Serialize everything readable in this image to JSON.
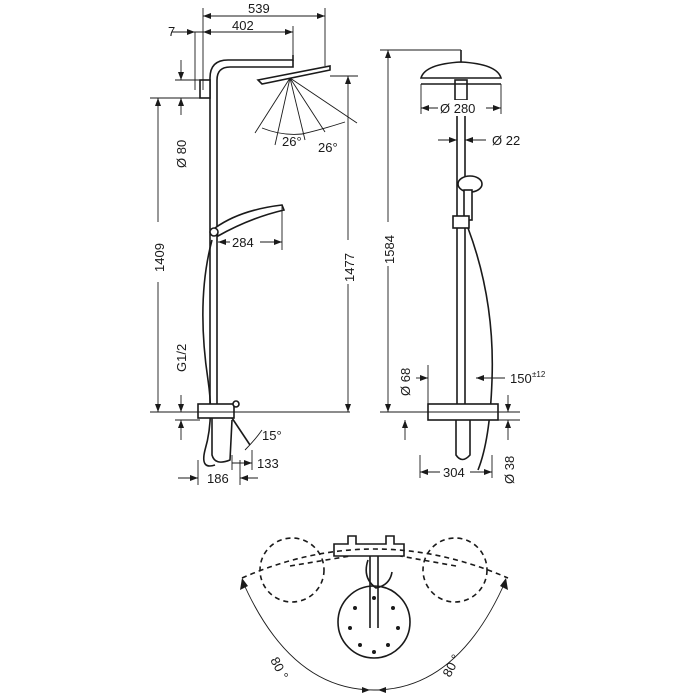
{
  "side_view": {
    "width_overall": "539",
    "offset_top": "7",
    "arm_length": "402",
    "wall_offset": "Ø 80",
    "head_angle_left": "26°",
    "head_angle_right": "26°",
    "hand_shower_reach": "284",
    "height_to_outlet": "1409",
    "height_head": "1477",
    "connection_thread": "G1/2",
    "mixer_angle": "15°",
    "mixer_depth": "133",
    "mixer_offset": "186"
  },
  "front_view": {
    "overall_height": "1584",
    "head_diameter": "Ø 280",
    "pipe_diameter": "Ø 22",
    "flange_diameter": "Ø 68",
    "centre_distance": "150",
    "centre_distance_tolerance": "±12",
    "mixer_width": "304",
    "spout_diameter": "Ø 38"
  },
  "plan_view": {
    "swivel_left": "80 °",
    "swivel_right": "80 °"
  }
}
